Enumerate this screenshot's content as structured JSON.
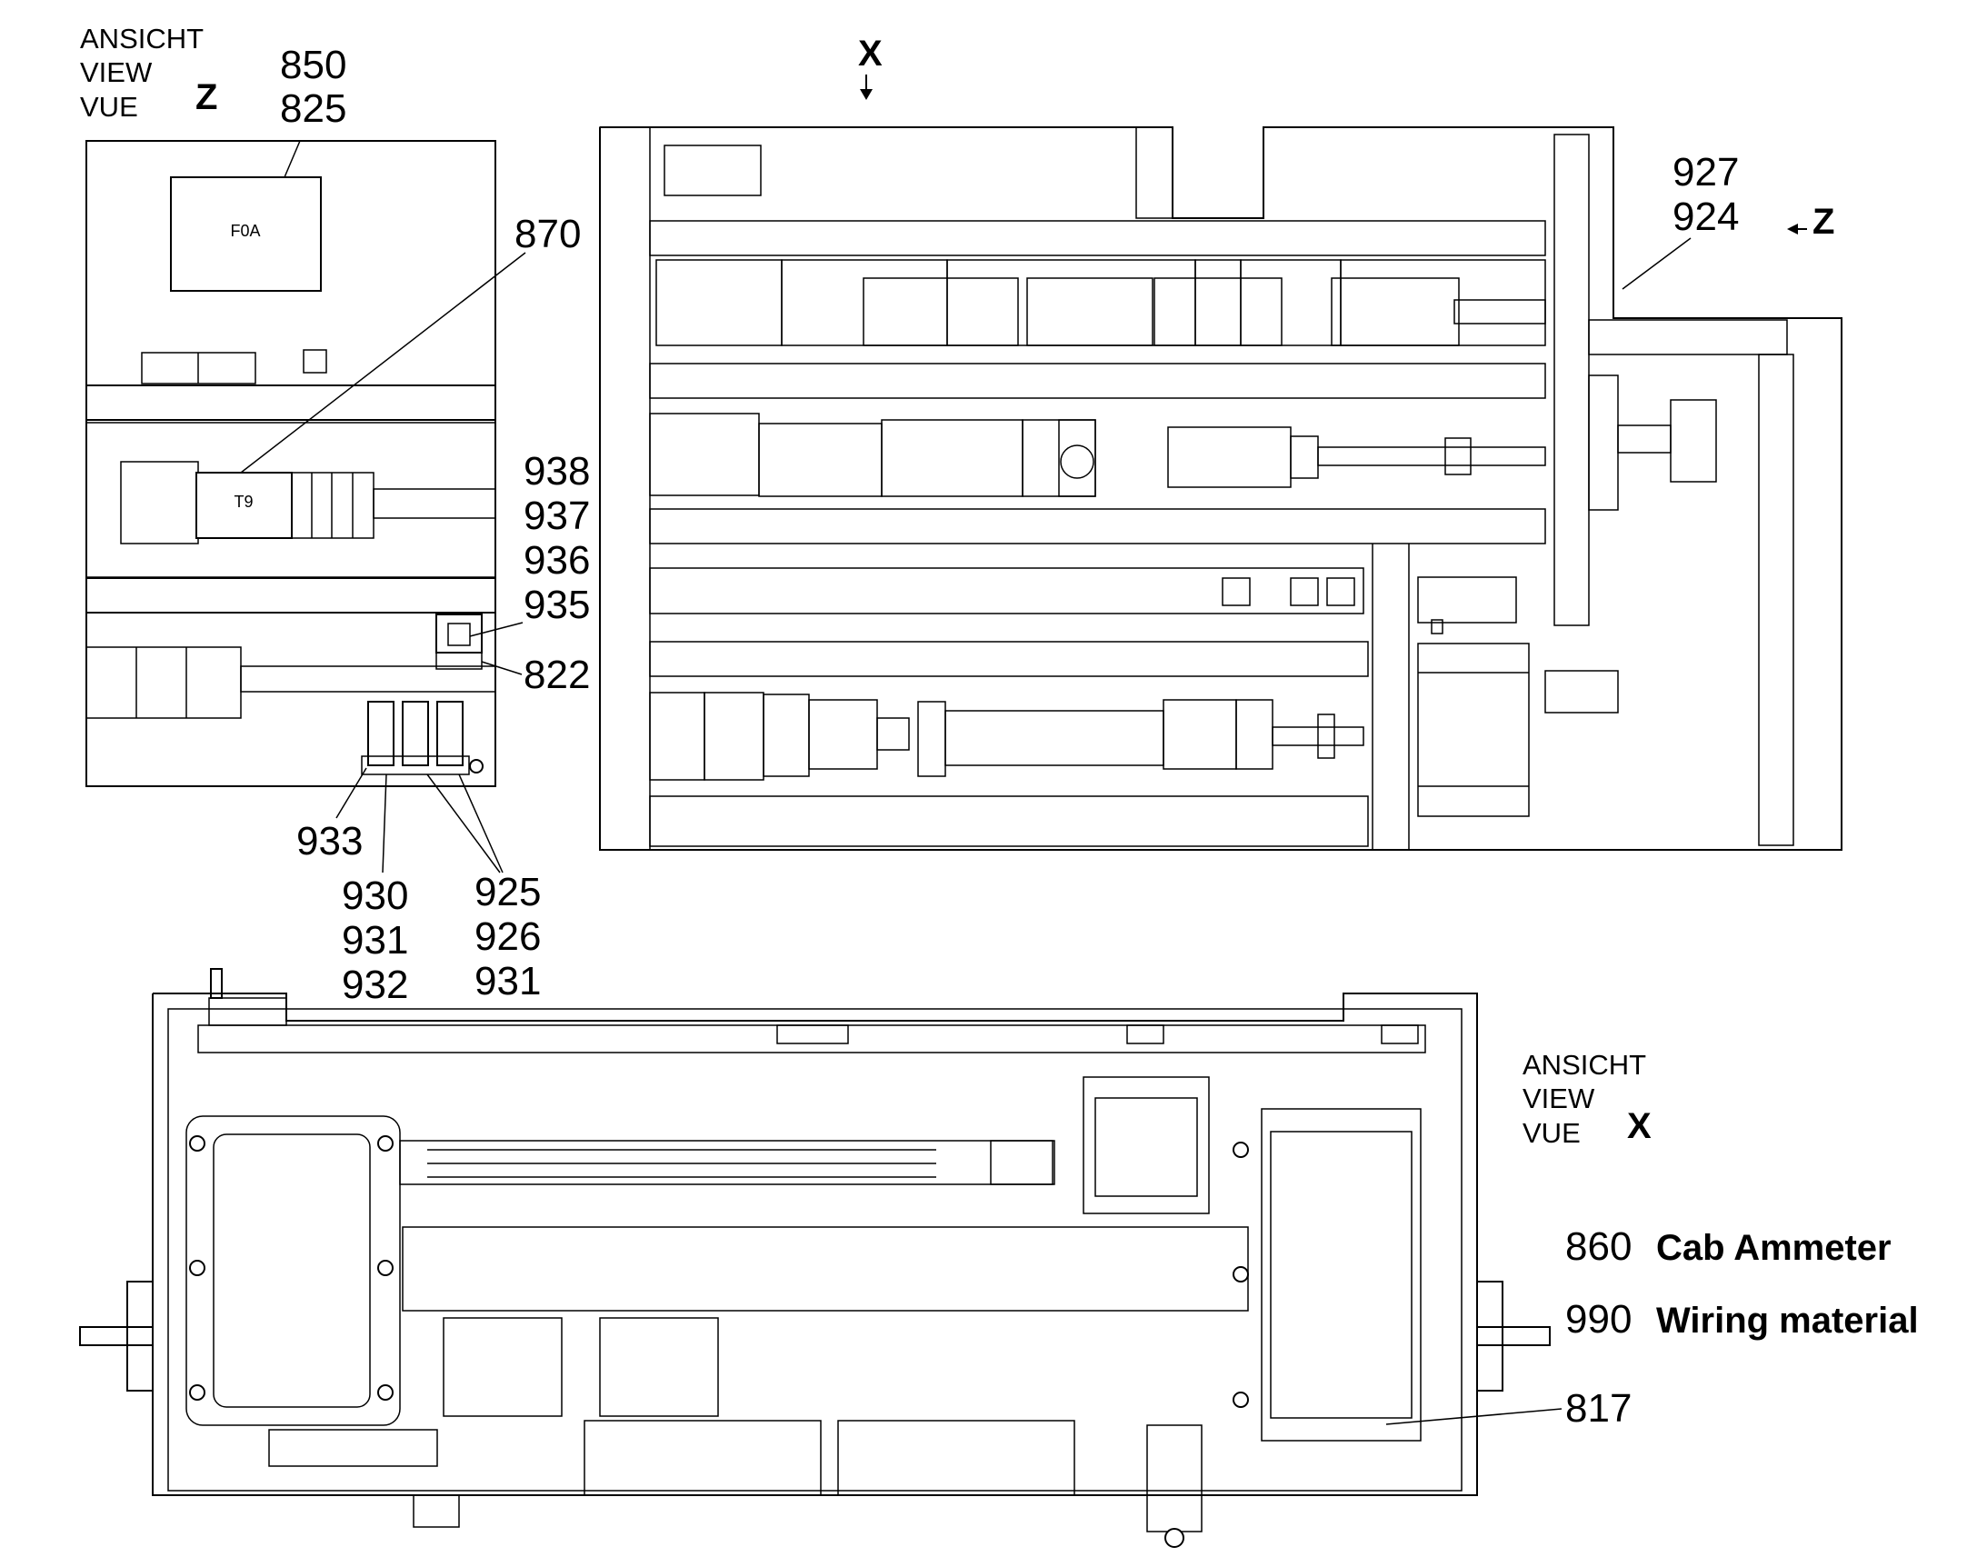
{
  "views": {
    "z_label": [
      "ANSICHT",
      "VIEW",
      "VUE"
    ],
    "z_letter": "Z",
    "x_label": [
      "ANSICHT",
      "VIEW",
      "VUE"
    ],
    "x_letter": "X",
    "x_arrow_letter": "X",
    "z_arrow_letter": "Z"
  },
  "component_labels": {
    "f0a": "F0A",
    "t9": "T9"
  },
  "callouts": {
    "c850": "850",
    "c825": "825",
    "c870": "870",
    "c938": "938",
    "c937": "937",
    "c936": "936",
    "c935": "935",
    "c822": "822",
    "c933": "933",
    "c930": "930",
    "c931a": "931",
    "c932": "932",
    "c925": "925",
    "c926": "926",
    "c931b": "931",
    "c927": "927",
    "c924": "924",
    "c817": "817"
  },
  "legend": [
    {
      "num": "860",
      "text": "Cab Ammeter"
    },
    {
      "num": "990",
      "text": "Wiring material"
    }
  ]
}
